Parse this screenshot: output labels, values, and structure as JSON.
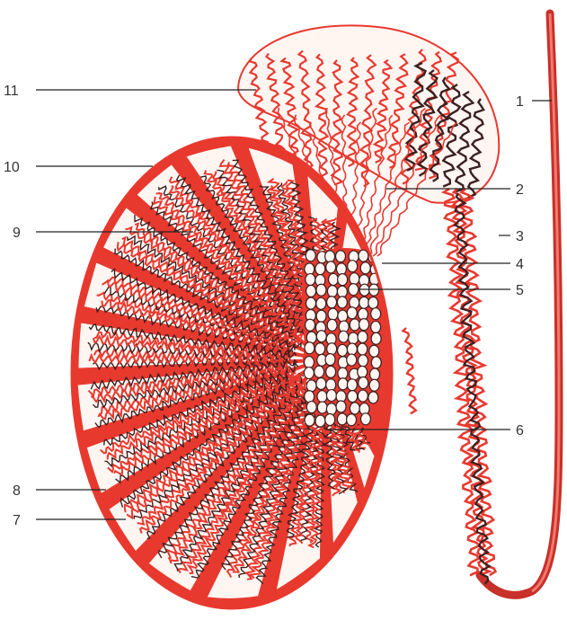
{
  "colors": {
    "tissue": "#e8392f",
    "dark_outline": "#3a2020",
    "light_fill": "#fff6f2",
    "label": "#333333"
  },
  "labels": [
    {
      "id": "l1",
      "text": "1"
    },
    {
      "id": "l2",
      "text": "2"
    },
    {
      "id": "l3",
      "text": "3"
    },
    {
      "id": "l4",
      "text": "4"
    },
    {
      "id": "l5",
      "text": "5"
    },
    {
      "id": "l6",
      "text": "6"
    },
    {
      "id": "l7",
      "text": "7"
    },
    {
      "id": "l8",
      "text": "8"
    },
    {
      "id": "l9",
      "text": "9"
    },
    {
      "id": "l10",
      "text": "10"
    },
    {
      "id": "l11",
      "text": "11"
    }
  ]
}
